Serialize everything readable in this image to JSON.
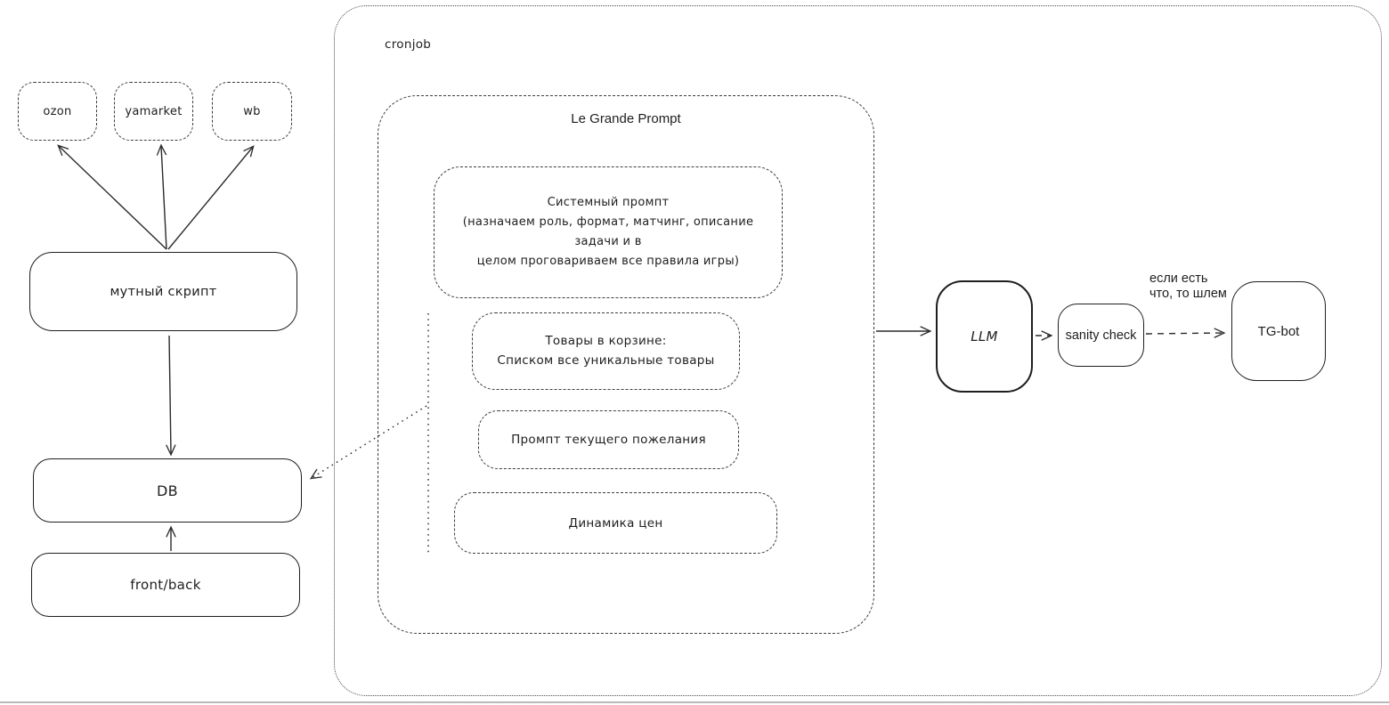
{
  "colors": {
    "stroke": "#1e1e1e",
    "divider": "#b9b9b9",
    "background": "#ffffff"
  },
  "nodes": {
    "marketplaces": [
      {
        "label": "ozon"
      },
      {
        "label": "yamarket"
      },
      {
        "label": "wb"
      }
    ],
    "script": {
      "label": "мутный скрипт"
    },
    "db": {
      "label": "DB"
    },
    "frontback": {
      "label": "front/back"
    },
    "llm": {
      "label": "LLM"
    },
    "sanity": {
      "label": "sanity check"
    },
    "tgbot": {
      "label": "TG-bot"
    }
  },
  "containers": {
    "cronjob": {
      "label": "cronjob"
    },
    "prompt": {
      "label": "Le Grande Prompt"
    }
  },
  "prompt_parts": [
    {
      "label": "Системный промпт\n(назначаем роль, формат, матчинг, описание задачи и в\nцелом проговариваем все правила игры)"
    },
    {
      "label": "Товары в корзине:\nСписком все уникальные товары"
    },
    {
      "label": "Промпт текущего пожелания"
    },
    {
      "label": "Динамика цен"
    }
  ],
  "annotations": {
    "send_condition": "если есть\nчто, то шлем"
  }
}
